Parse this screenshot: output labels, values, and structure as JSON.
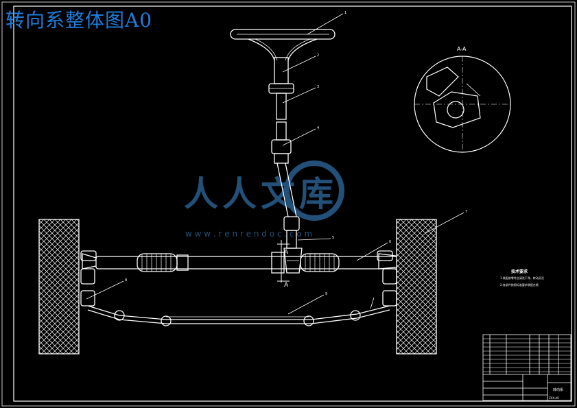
{
  "title": "转向系整体图A0",
  "watermark": {
    "chinese": "人人文库",
    "url": "w w w . r e n r e n d o c . c o m"
  },
  "section_label": "A-A",
  "cut_markers": [
    "A",
    "A"
  ],
  "balloon_numbers": [
    "1",
    "2",
    "3",
    "4",
    "5",
    "6",
    "7",
    "8",
    "9"
  ],
  "tech_requirements": {
    "heading": "技术要求",
    "items": [
      "1.装配前零件应清洗干净，转动灵活",
      "2.各部件按照标准要求装配合格"
    ]
  },
  "title_block": {
    "drawing_name": "转向系",
    "drawing_number": "ZXX-A0"
  },
  "colors": {
    "background": "#000000",
    "lines": "#ffffff",
    "title": "#1e7ddc",
    "watermark": "#2a5f8f",
    "frame": "#ffffff"
  }
}
